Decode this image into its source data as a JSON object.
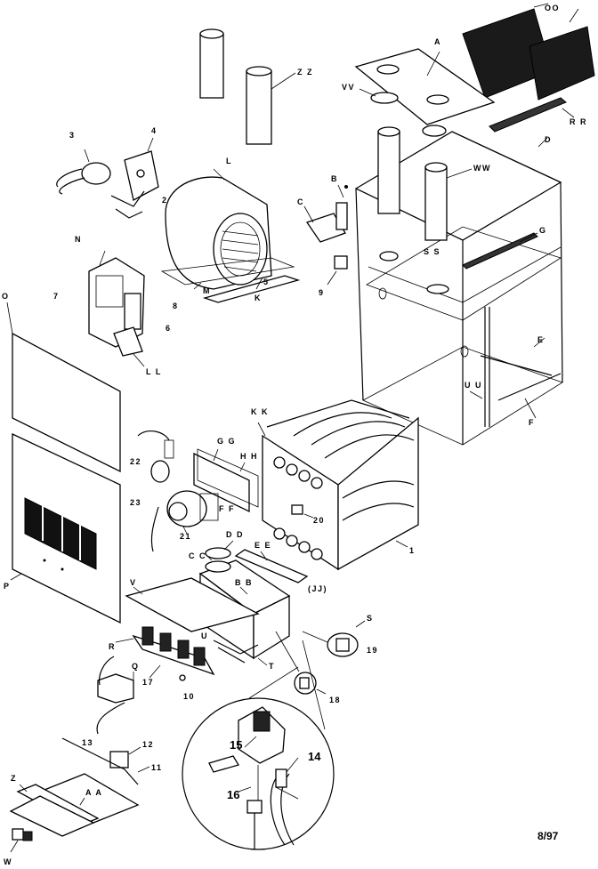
{
  "labels": {
    "OO": "OO",
    "ZZ": "Z Z",
    "A": "A",
    "VV": "VV",
    "RR": "R R",
    "D": "D",
    "WW": "WW",
    "B": "B",
    "C": "C",
    "G": "G",
    "SS": "S S",
    "9": "9",
    "E": "E",
    "UU": "U U",
    "F": "F",
    "3": "3",
    "4": "4",
    "L": "L",
    "2": "2",
    "N": "N",
    "7": "7",
    "O": "O",
    "8": "8",
    "6": "6",
    "LL": "L L",
    "M": "M",
    "K": "K",
    "5": "5",
    "KK": "K K",
    "GG": "G G",
    "HH": "H H",
    "22": "22",
    "23": "23",
    "FF": "F F",
    "21": "21",
    "20": "20",
    "1": "1",
    "DD": "D D",
    "CC": "C C",
    "EE": "E E",
    "BB": "B B",
    "JJ": "(JJ)",
    "V": "V",
    "P": "P",
    "U": "U",
    "R": "R",
    "T": "T",
    "S": "S",
    "19": "19",
    "Q": "Q",
    "17": "17",
    "10": "10",
    "18": "18",
    "13": "13",
    "12": "12",
    "11": "11",
    "15": "15",
    "14": "14",
    "16": "16",
    "Z": "Z",
    "AA": "A A",
    "W": "W"
  },
  "date": "8/97"
}
